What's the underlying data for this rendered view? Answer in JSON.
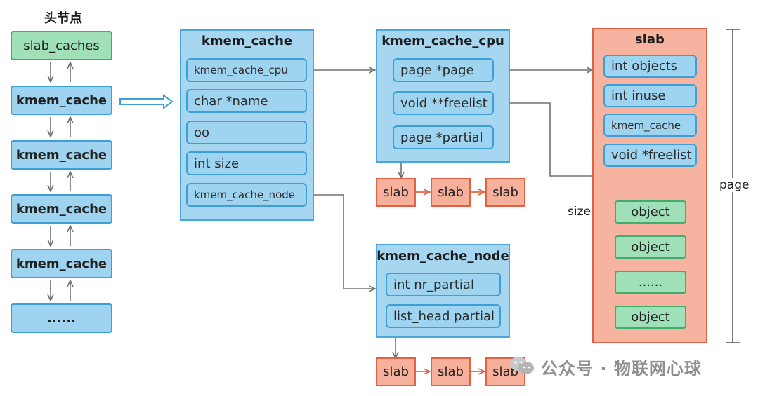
{
  "left_column": {
    "title": "头节点",
    "head": "slab_caches",
    "items": [
      "kmem_cache",
      "kmem_cache",
      "kmem_cache",
      "kmem_cache",
      "......"
    ]
  },
  "kmem_cache": {
    "title": "kmem_cache",
    "fields": [
      "kmem_cache_cpu",
      "char *name",
      "oo",
      "int size",
      "kmem_cache_node"
    ]
  },
  "kmem_cache_cpu": {
    "title": "kmem_cache_cpu",
    "fields": [
      "page *page",
      "void **freelist",
      "page *partial"
    ],
    "slabs": [
      "slab",
      "slab",
      "slab"
    ]
  },
  "kmem_cache_node": {
    "title": "kmem_cache_node",
    "fields": [
      "int nr_partial",
      "list_head partial"
    ],
    "slabs": [
      "slab",
      "slab",
      "slab"
    ]
  },
  "slab": {
    "title": "slab",
    "fields": [
      "int objects",
      "int inuse",
      "kmem_cache",
      "void *freelist"
    ],
    "objects": [
      "object",
      "object",
      "......",
      "object"
    ],
    "size_label": "size",
    "page_label": "page"
  },
  "watermark": "公众号 · 物联网心球",
  "colors": {
    "blue_fill": "#9ed4f0",
    "blue_border": "#3d9fd6",
    "green_fill": "#9fe0b9",
    "green_border": "#3fae6d",
    "red_fill": "#f6b09c",
    "red_border": "#e06244",
    "arrow": "#707070"
  }
}
